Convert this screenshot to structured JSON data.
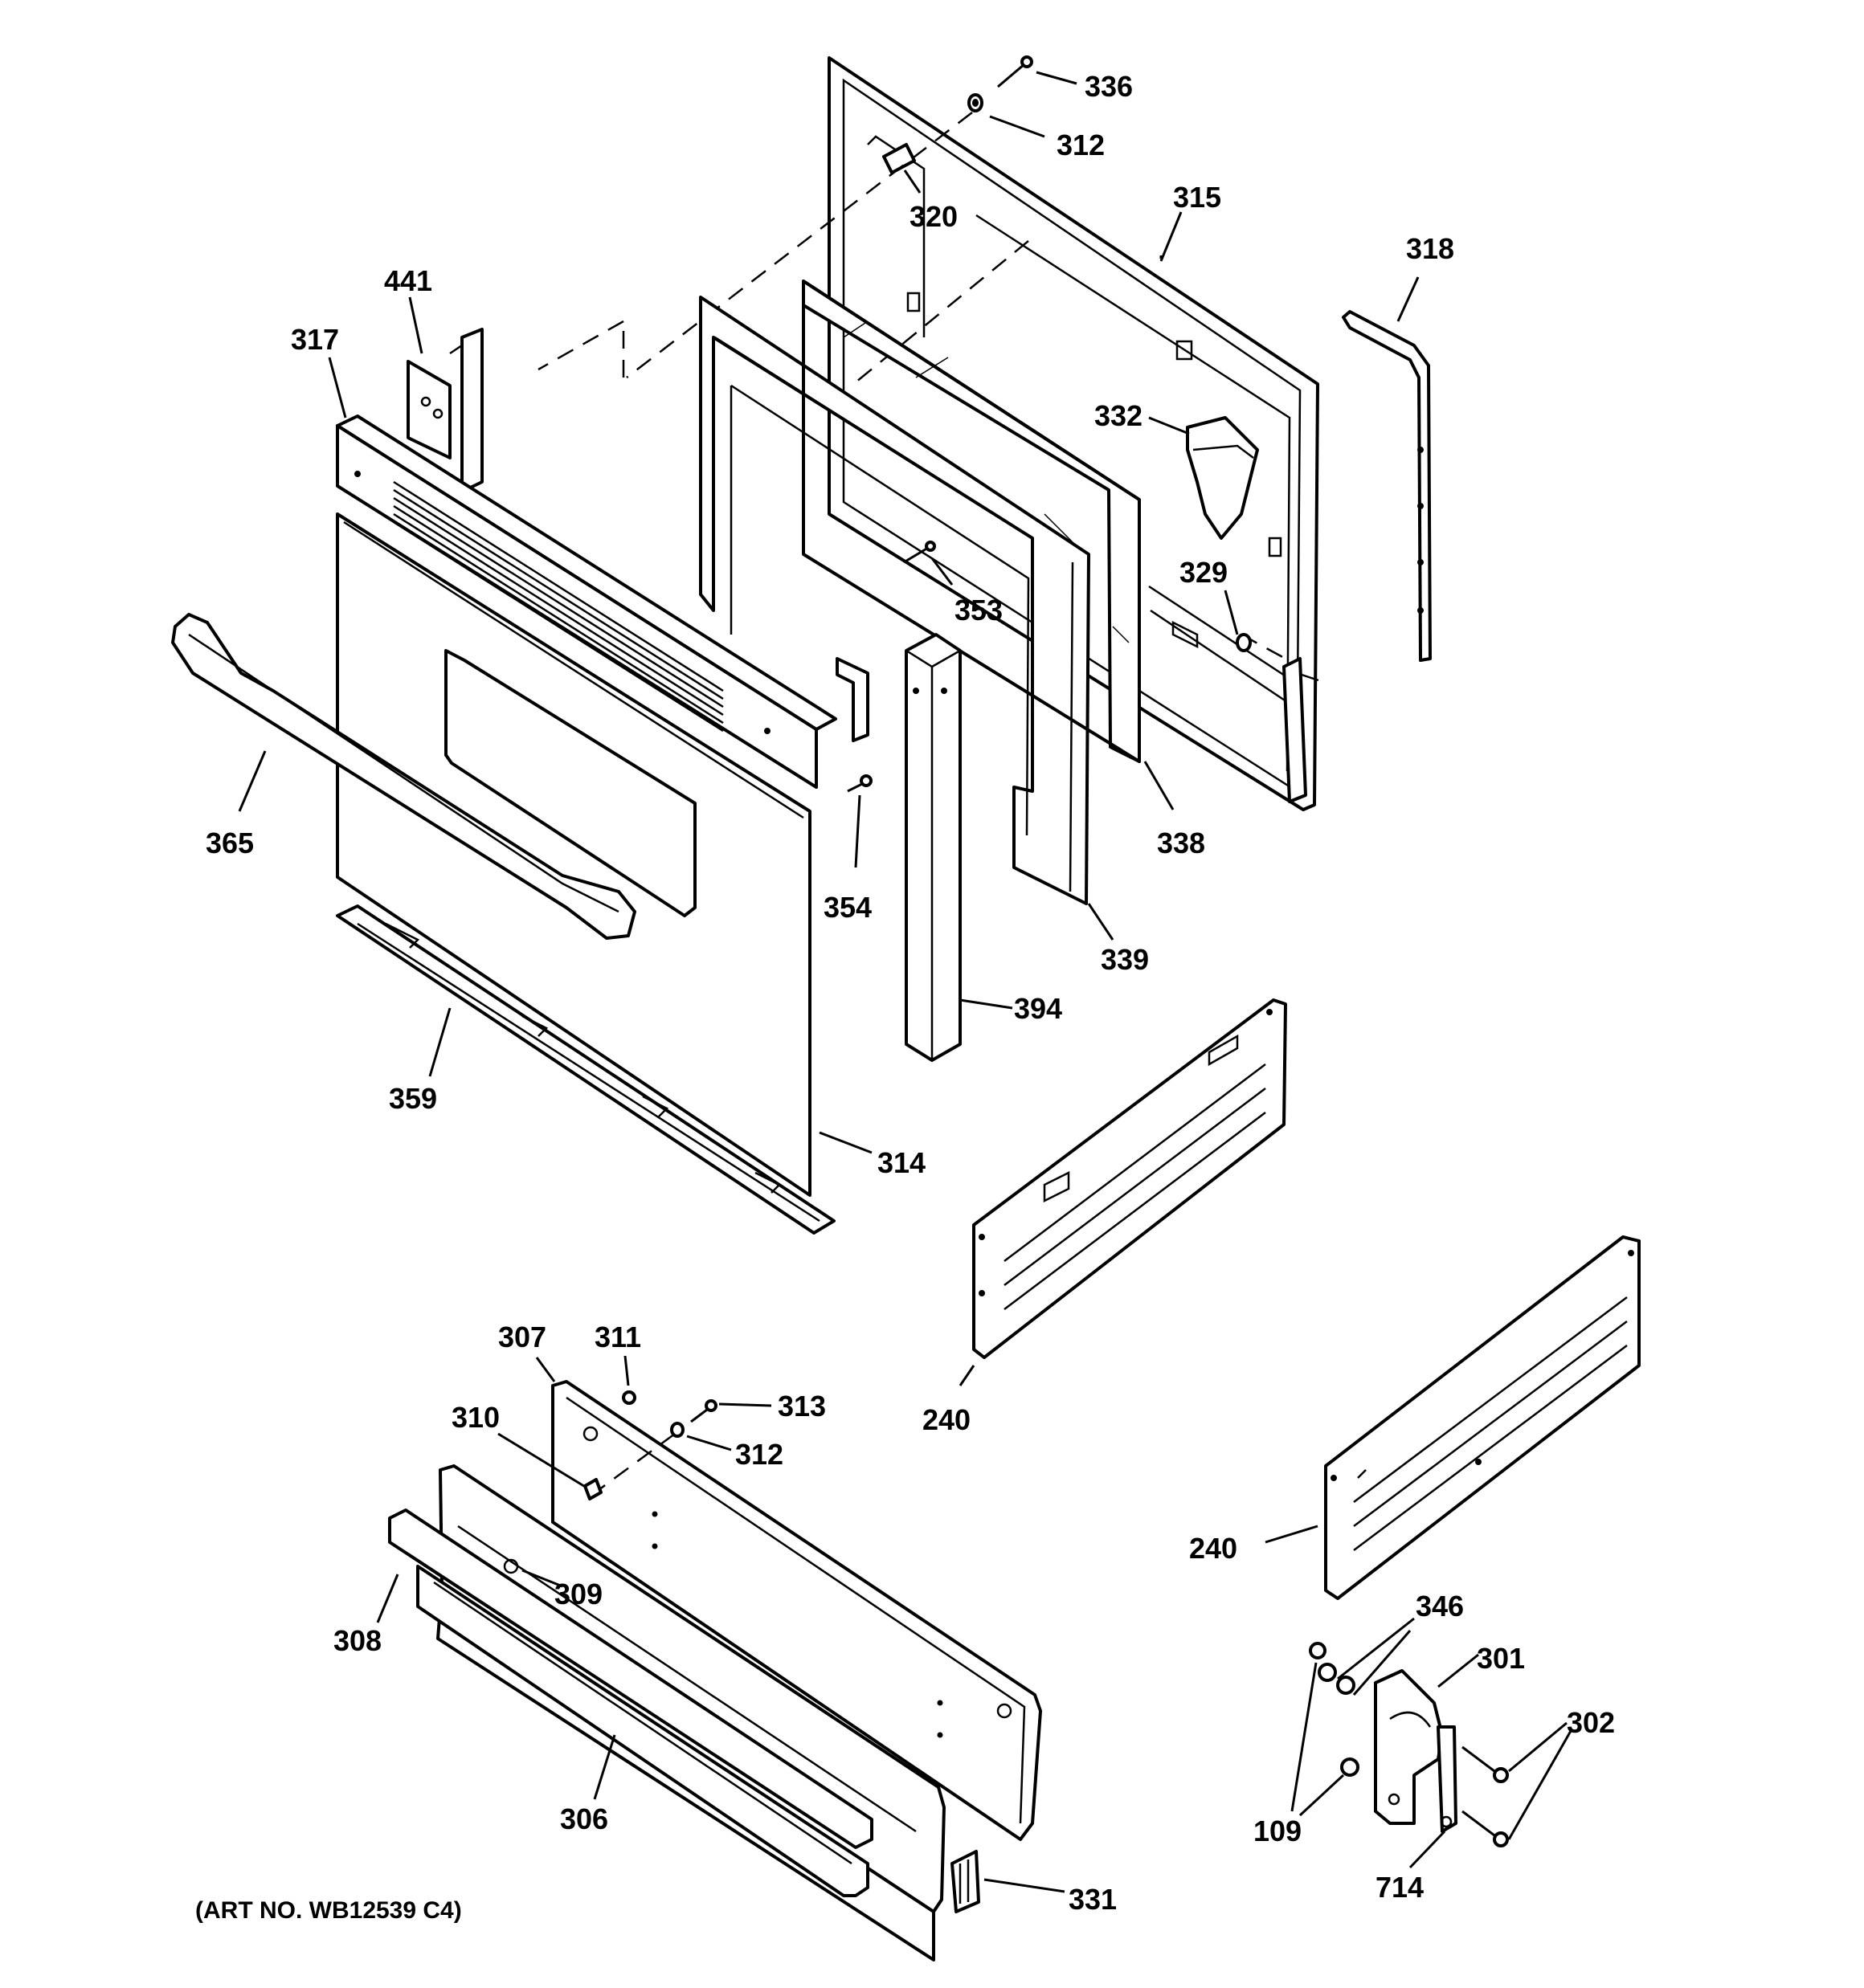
{
  "diagram": {
    "labels": {
      "p336": "336",
      "p312a": "312",
      "p320": "320",
      "p315": "315",
      "p318": "318",
      "p441": "441",
      "p317": "317",
      "p332": "332",
      "p329": "329",
      "p353": "353",
      "p365": "365",
      "p354": "354",
      "p338": "338",
      "p339": "339",
      "p394": "394",
      "p359": "359",
      "p314": "314",
      "p240a": "240",
      "p240b": "240",
      "p307": "307",
      "p311": "311",
      "p313": "313",
      "p312b": "312",
      "p310": "310",
      "p309": "309",
      "p308": "308",
      "p306": "306",
      "p331": "331",
      "p346": "346",
      "p301": "301",
      "p302": "302",
      "p109": "109",
      "p714": "714"
    },
    "art_number": "(ART NO. WB12539 C4)"
  }
}
